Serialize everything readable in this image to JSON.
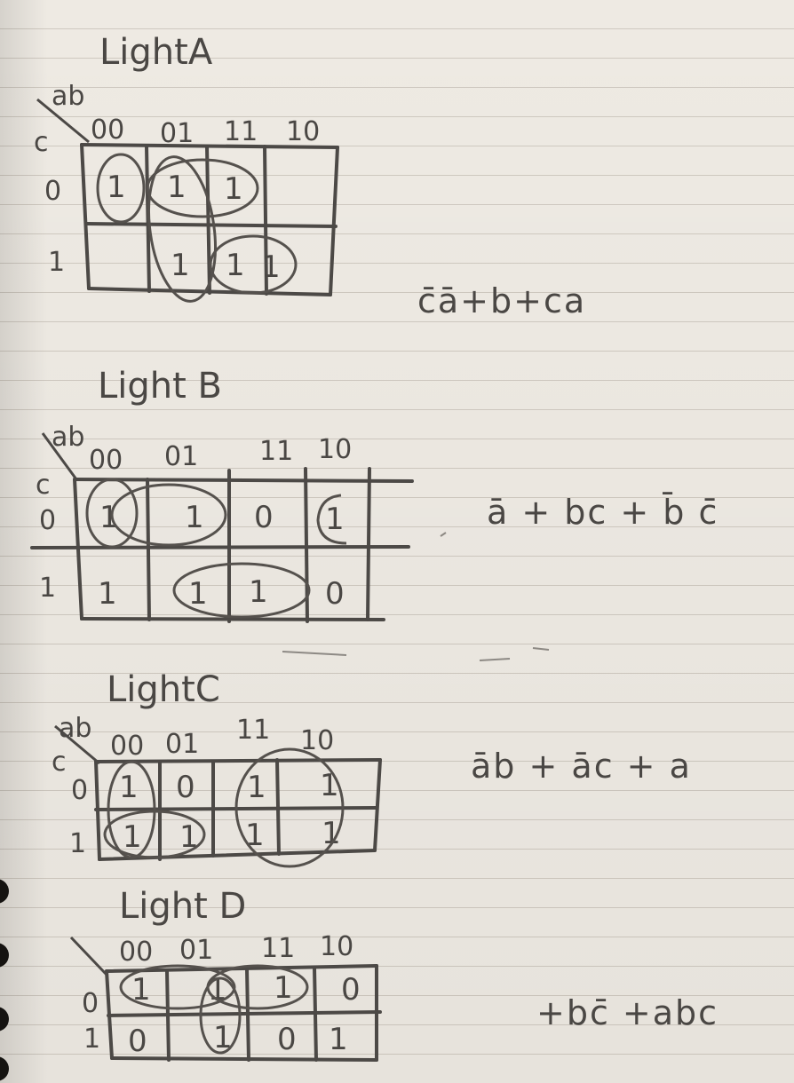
{
  "maps": [
    {
      "title": "LightA",
      "corner_ab": "ab",
      "corner_c": "c",
      "cols": [
        "00",
        "01",
        "11",
        "10"
      ],
      "rows": [
        "0",
        "1"
      ],
      "cells": [
        [
          "1",
          "1",
          "1",
          ""
        ],
        [
          "",
          "1",
          "1",
          "1"
        ]
      ],
      "expression": "c̄ā+b+ca"
    },
    {
      "title": "Light B",
      "corner_ab": "ab",
      "corner_c": "c",
      "cols": [
        "00",
        "01",
        "11",
        "10"
      ],
      "rows": [
        "0",
        "1"
      ],
      "cells": [
        [
          "1",
          "1",
          "0",
          "1"
        ],
        [
          "1",
          "1",
          "1",
          "0"
        ]
      ],
      "expression": "ā + bc + b̄ c̄"
    },
    {
      "title": "LightC",
      "corner_ab": "ab",
      "corner_c": "c",
      "cols": [
        "00",
        "01",
        "11",
        "10"
      ],
      "rows": [
        "0",
        "1"
      ],
      "cells": [
        [
          "1",
          "0",
          "1",
          "1"
        ],
        [
          "1",
          "1",
          "1",
          "1"
        ]
      ],
      "expression": "āb + āc + a"
    },
    {
      "title": "Light D",
      "corner_ab": "",
      "corner_c": "",
      "cols": [
        "00",
        "01",
        "11",
        "10"
      ],
      "rows": [
        "0",
        "1"
      ],
      "cells": [
        [
          "1",
          "1",
          "1",
          "0"
        ],
        [
          "0",
          "1",
          "0",
          "1"
        ]
      ],
      "expression": "+bc̄ +abc"
    }
  ],
  "ink_color": "#4a4744"
}
